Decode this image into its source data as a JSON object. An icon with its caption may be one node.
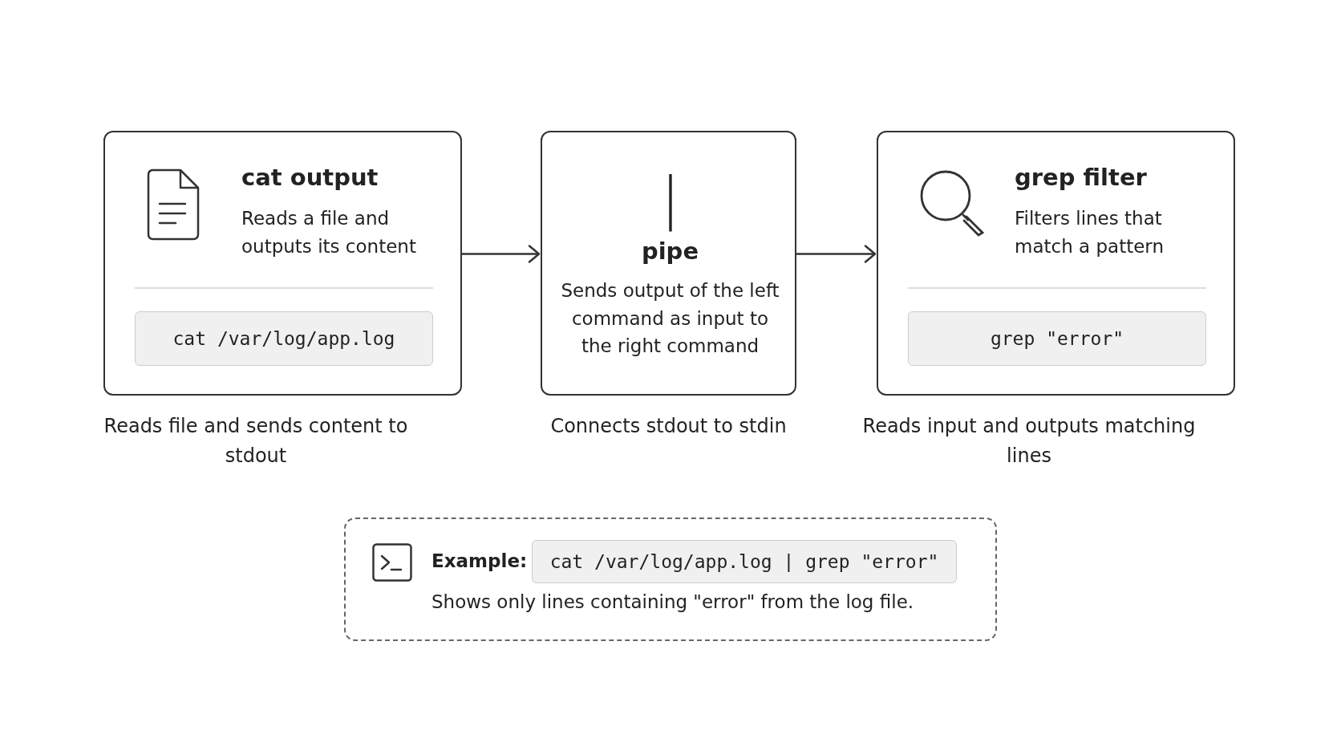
{
  "diagram": {
    "nodes": [
      {
        "text": [
          "cat output",
          "Reads a file and outputs its content",
          "cat /var/log/app.log"
        ],
        "beside": [
          "Reads file and sends content to stdout"
        ]
      },
      {
        "text": [
          "|",
          "pipe",
          "Sends output of the left command as input to the right command"
        ],
        "beside": [
          "Connects stdout to stdin"
        ]
      },
      {
        "text": [
          "grep filter",
          "Filters lines that match a pattern",
          "grep \"error\""
        ],
        "beside": [
          "Reads input and outputs matching lines"
        ]
      },
      {
        "text": [
          "Example:",
          "cat /var/log/app.log | grep \"error\"",
          "Shows only lines containing \"error\" from the log file."
        ]
      }
    ],
    "edges": [
      {
        "from": 0,
        "to": 1,
        "arrow": "to"
      },
      {
        "from": 1,
        "to": 2,
        "arrow": "to"
      }
    ]
  }
}
